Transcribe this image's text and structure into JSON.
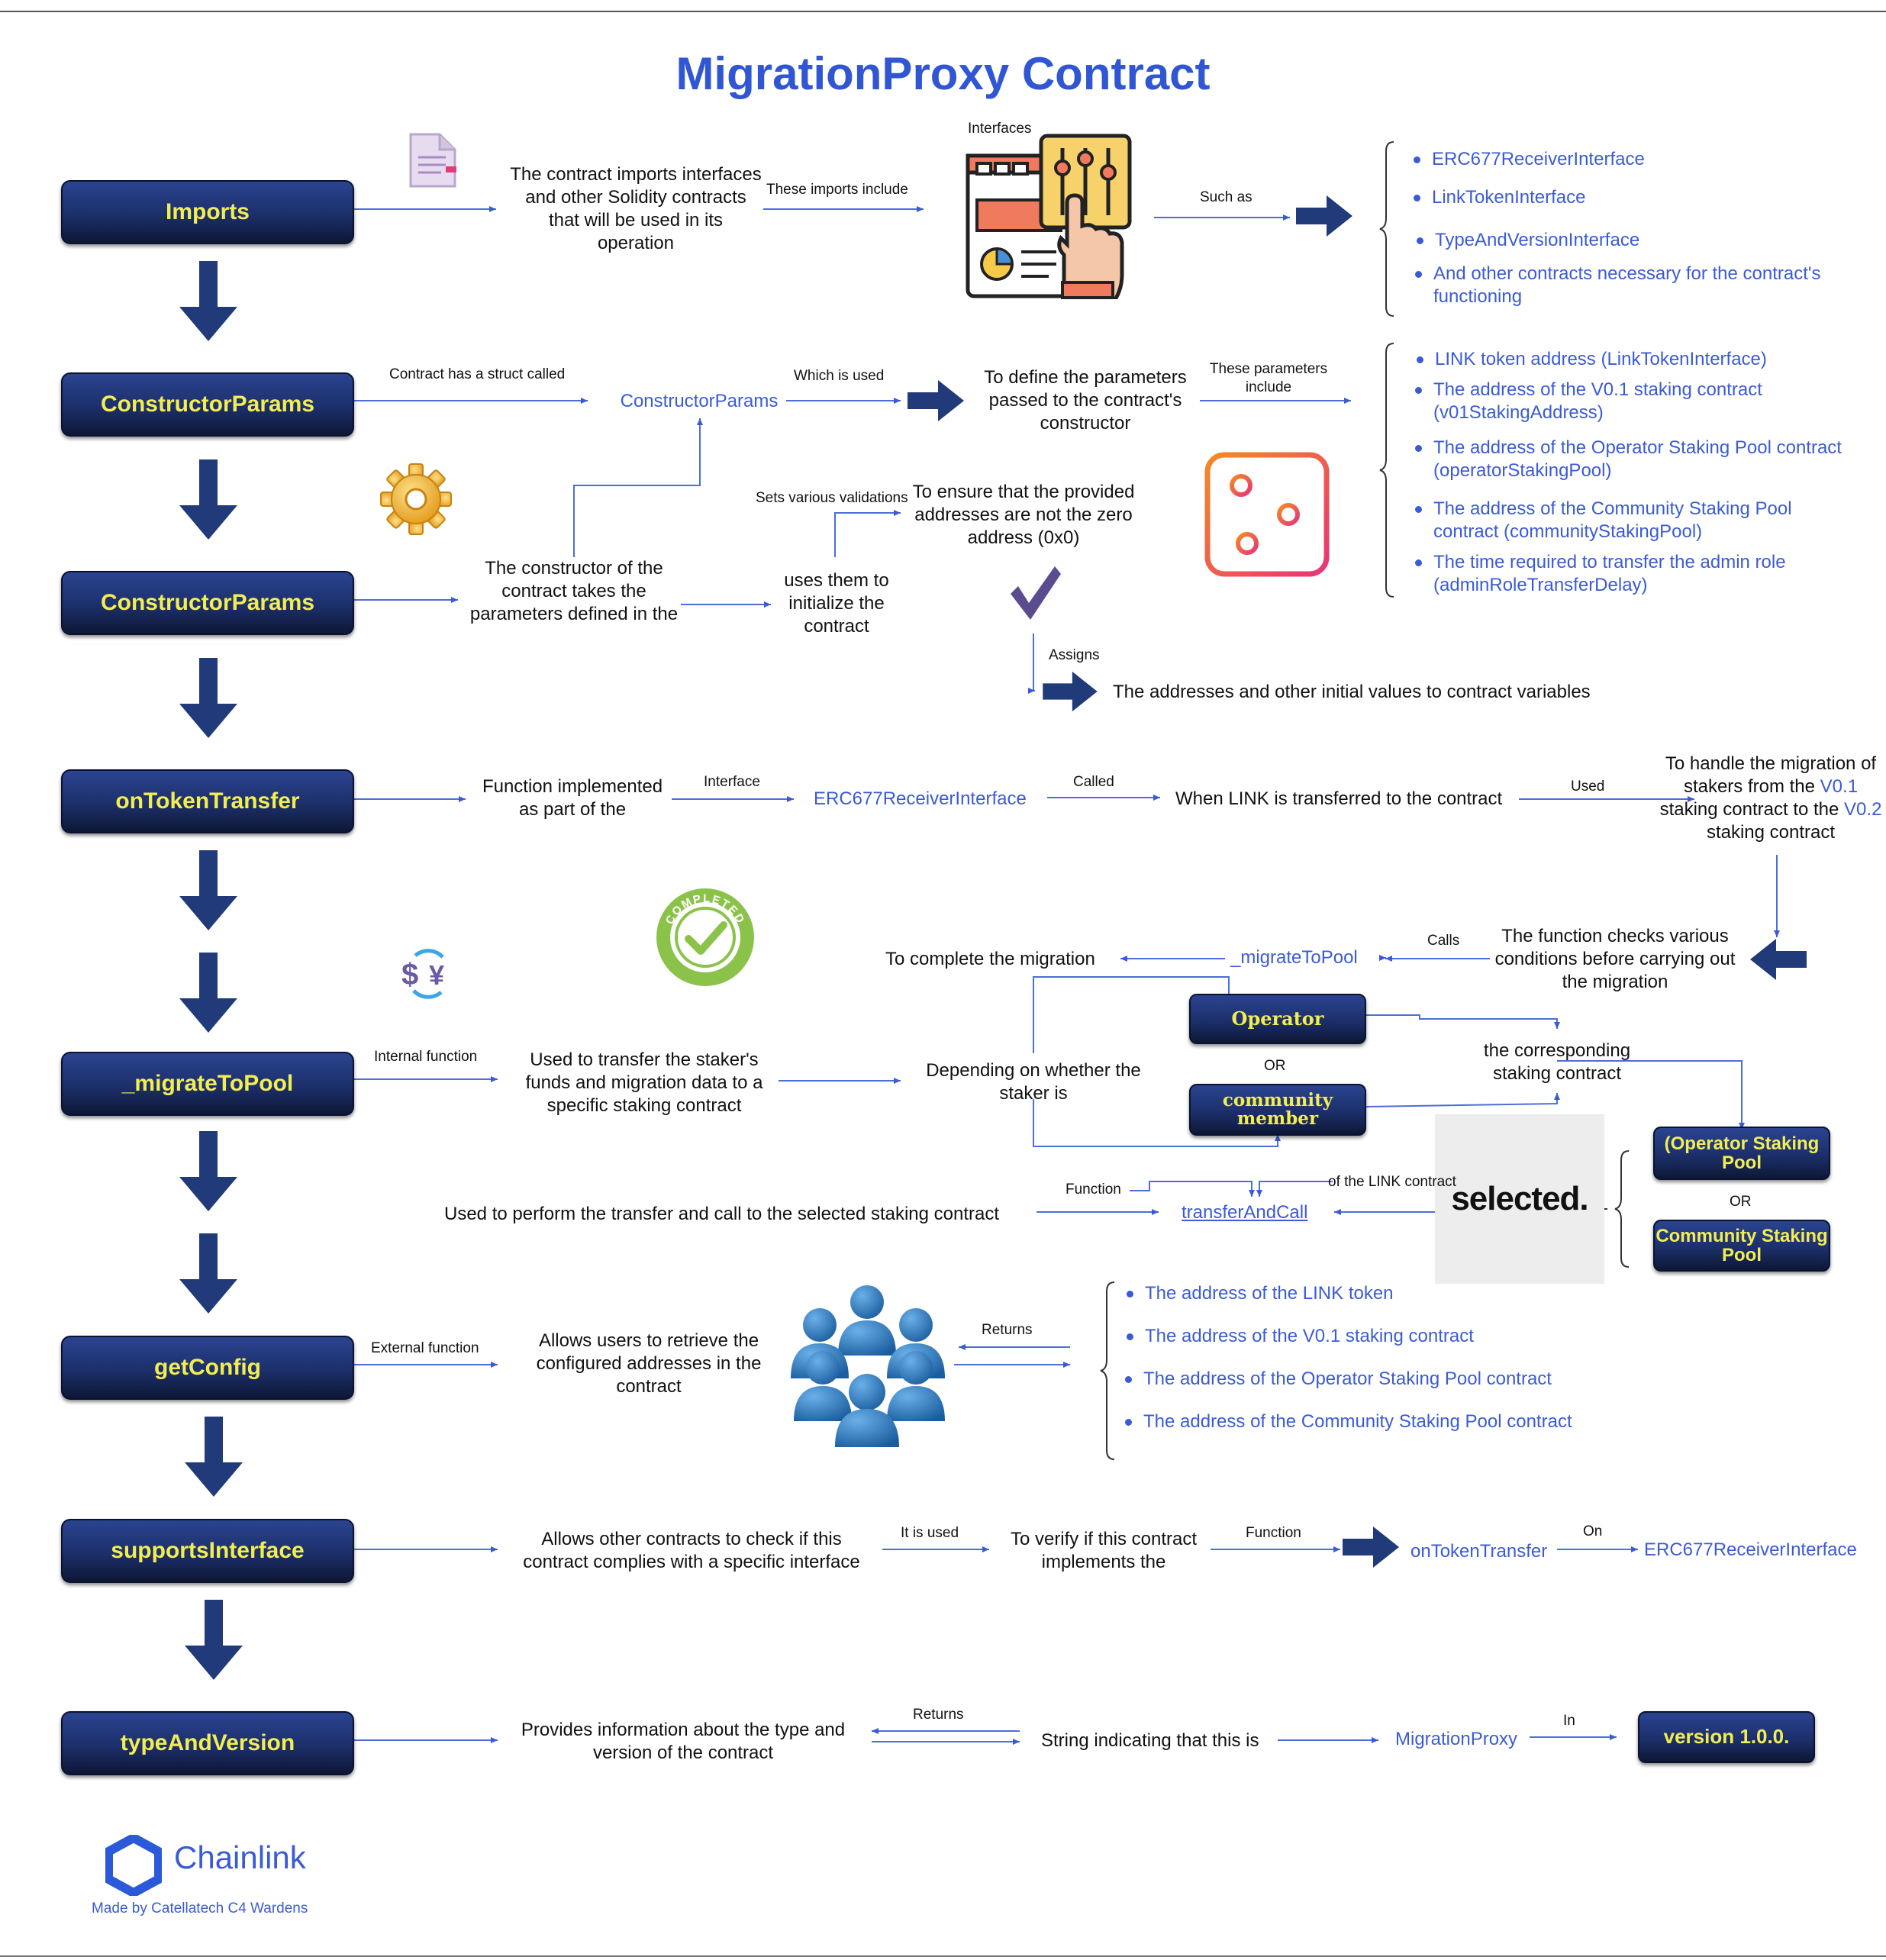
{
  "title": "MigrationProxy Contract",
  "sections": {
    "imports": "Imports",
    "constructor1": "ConstructorParams",
    "constructor2": "ConstructorParams",
    "on_token_transfer": "onTokenTransfer",
    "migrate_to_pool": "_migrateToPool",
    "get_config": "getConfig",
    "supports_interface": "supportsInterface",
    "type_and_version": "typeAndVersion"
  },
  "imports": {
    "desc": "The contract imports interfaces and other Solidity contracts that will be used in its operation",
    "edge_include": "These imports include",
    "interfaces_label": "Interfaces",
    "edge_such_as": "Such as",
    "list": [
      "ERC677ReceiverInterface",
      "LinkTokenInterface",
      "TypeAndVersionInterface",
      "And other contracts necessary for the contract's functioning"
    ]
  },
  "constructor_params": {
    "edge_struct": "Contract has a struct called",
    "struct_name": "ConstructorParams",
    "edge_used": "Which is used",
    "purpose": "To define the parameters passed to the contract's constructor",
    "edge_params": "These parameters include",
    "list": [
      "LINK token address (LinkTokenInterface)",
      "The address of the V0.1 staking contract (v01StakingAddress)",
      "The address of the Operator Staking Pool contract (operatorStakingPool)",
      "The address of the Community Staking Pool contract (communityStakingPool)",
      "The time required to transfer the admin role (adminRoleTransferDelay)"
    ],
    "constructor_desc": "The constructor of the contract takes the parameters defined in the",
    "uses": "uses them to initialize the contract",
    "edge_validations": "Sets various validations",
    "ensure": "To ensure that the provided addresses are not the zero address (0x0)",
    "edge_assigns": "Assigns",
    "assigns_text": "The addresses and other initial values to contract variables"
  },
  "on_token_transfer": {
    "desc": "Function implemented as part of the",
    "edge_interface": "Interface",
    "interface": "ERC677ReceiverInterface",
    "edge_called": "Called",
    "when": "When LINK is transferred to the contract",
    "edge_used": "Used",
    "handle_pre": "To handle the migration of stakers from the",
    "v01": "V0.1",
    "handle_mid": "staking contract to the",
    "v02": "V0.2",
    "handle_post": "staking contract"
  },
  "migrate_to_pool": {
    "edge_internal": "Internal function",
    "desc": "Used to transfer the staker's funds and migration data to a specific staking contract",
    "depending": "Depending on whether the staker is",
    "operator": "Operator",
    "or1": "OR",
    "community_member": "community member",
    "corresponding": "the corresponding staking contract",
    "checks": "The function checks various conditions before carrying out the migration",
    "edge_calls": "Calls",
    "func": "_migrateToPool",
    "complete": "To complete the migration",
    "operator_pool": "(Operator Staking Pool",
    "or2": "OR",
    "community_pool": "Community Staking Pool",
    "selected_logo": "selected.",
    "edge_link": "of the LINK contract",
    "transfer_and_call": "transferAndCall",
    "edge_function": "Function",
    "transfer_desc": "Used to perform the transfer and call to the selected staking contract"
  },
  "completed_badge": "COMPLETED",
  "get_config": {
    "edge_external": "External function",
    "desc": "Allows users to retrieve the configured addresses in the contract",
    "edge_returns": "Returns",
    "list": [
      "The address of the LINK token",
      "The address of the V0.1 staking contract",
      "The address of the Operator Staking Pool contract",
      "The address of the Community Staking Pool contract"
    ]
  },
  "supports_interface": {
    "desc": "Allows other contracts to check if this contract complies with a specific interface",
    "edge_used": "It is used",
    "verify": "To verify if this contract implements the",
    "edge_function": "Function",
    "func": "onTokenTransfer",
    "edge_on": "On",
    "interface": "ERC677ReceiverInterface"
  },
  "type_and_version": {
    "desc": "Provides information about the type and version of the contract",
    "edge_returns": "Returns",
    "string_desc": "String indicating that this is",
    "name": "MigrationProxy",
    "edge_in": "In",
    "version": "version 1.0.0."
  },
  "footer": {
    "brand": "Chainlink",
    "credit": "Made by Catellatech C4 Wardens"
  },
  "colors": {
    "accent_blue": "#3b5bd6",
    "title_blue": "#3056d3",
    "section_text": "#f2ee52",
    "section_bg": "#1c2f6a"
  }
}
